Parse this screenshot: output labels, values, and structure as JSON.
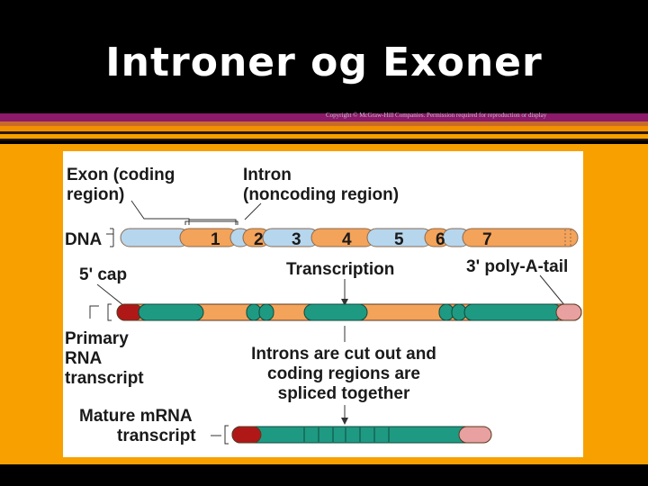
{
  "slide": {
    "title": "Introner og Exoner",
    "copyright": "Copyright © McGraw-Hill Companies. Permission required for reproduction or display"
  },
  "diagram": {
    "exon_label_1": "Exon (coding",
    "exon_label_2": "region)",
    "intron_label_1": "Intron",
    "intron_label_2": "(noncoding region)",
    "dna_label": "DNA",
    "segment_numbers": [
      "1",
      "2",
      "3",
      "4",
      "5",
      "6",
      "7"
    ],
    "cap_label": "5' cap",
    "transcription_label": "Transcription",
    "polya_label": "3' poly-A-tail",
    "primary_label_1": "Primary",
    "primary_label_2": "RNA",
    "primary_label_3": "transcript",
    "splice_label_1": "Introns are cut out and",
    "splice_label_2": "coding regions are",
    "splice_label_3": "spliced together",
    "mature_label_1": "Mature mRNA",
    "mature_label_2": "transcript"
  },
  "colors": {
    "background": "#000000",
    "orange": "#f7a000",
    "stripe_purple": "#8b1a6a",
    "exon_blue": "#b6d6ee",
    "intron_orange": "#f4a35a",
    "rna_green": "#1f9a82",
    "cap_red": "#b01818",
    "tail_pink": "#e8a0a0"
  }
}
